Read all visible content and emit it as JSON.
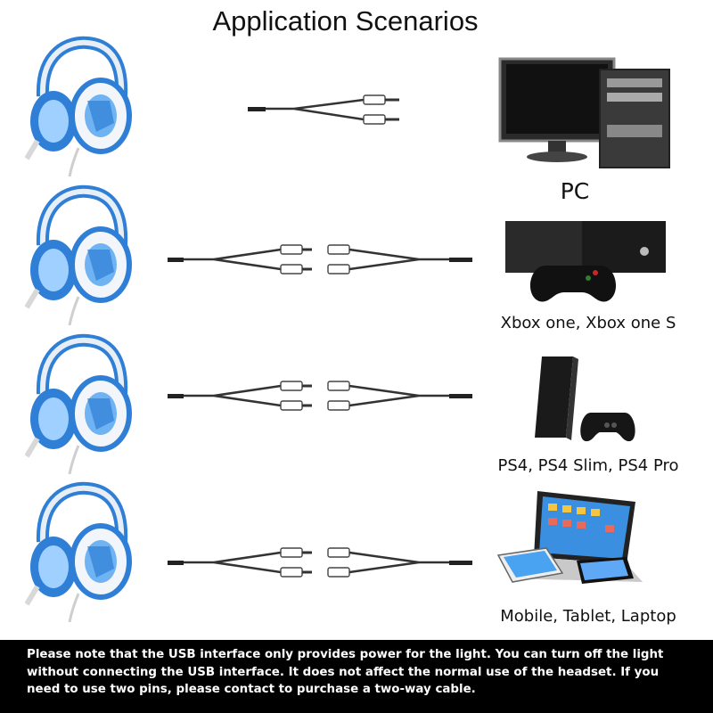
{
  "title": "Application Scenarios",
  "scenarios": [
    {
      "device": "PC"
    },
    {
      "device": "Xbox one, Xbox one S"
    },
    {
      "device": "PS4, PS4 Slim, PS4 Pro"
    },
    {
      "device": "Mobile, Tablet, Laptop"
    }
  ],
  "colors": {
    "headset_blue": "#2f7fd6",
    "headset_white": "#f2f6fb",
    "note_bg": "#000000",
    "note_text": "#ffffff"
  },
  "footer_note": "Please note that the USB interface only provides power for the light. You can turn off the light without connecting the USB interface. It does not affect the normal use of the headset. If you need to use two pins, please contact to purchase a two-way cable."
}
